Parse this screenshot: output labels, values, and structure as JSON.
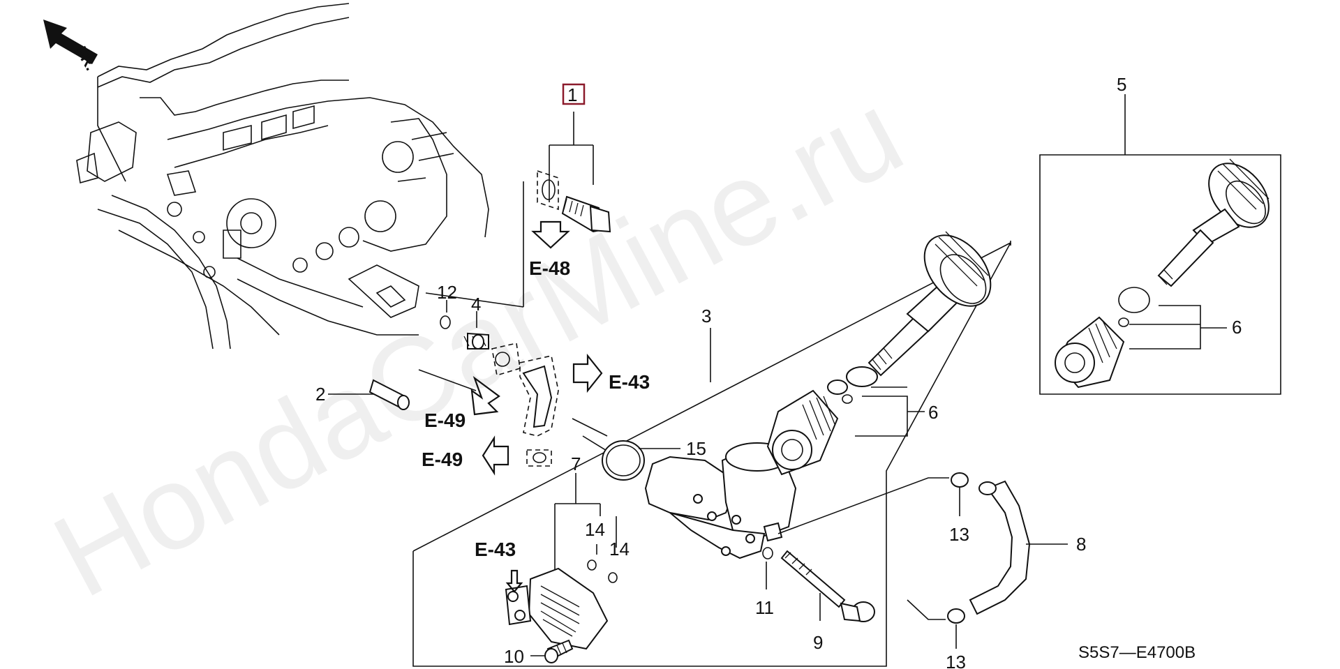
{
  "diagram_code": "S5S7—E4700B",
  "watermark": "HondaCarMine.ru",
  "front_label": "FR.",
  "highlight_color": "#8b1a2b",
  "callouts": {
    "c1": "1",
    "c2": "2",
    "c3": "3",
    "c4": "4",
    "c5": "5",
    "c6a": "6",
    "c6b": "6",
    "c7": "7",
    "c8": "8",
    "c9": "9",
    "c10": "10",
    "c11": "11",
    "c12": "12",
    "c13a": "13",
    "c13b": "13",
    "c14a": "14",
    "c14b": "14",
    "c15": "15"
  },
  "refs": {
    "e48": "E-48",
    "e43a": "E-43",
    "e43b": "E-43",
    "e49a": "E-49",
    "e49b": "E-49"
  }
}
